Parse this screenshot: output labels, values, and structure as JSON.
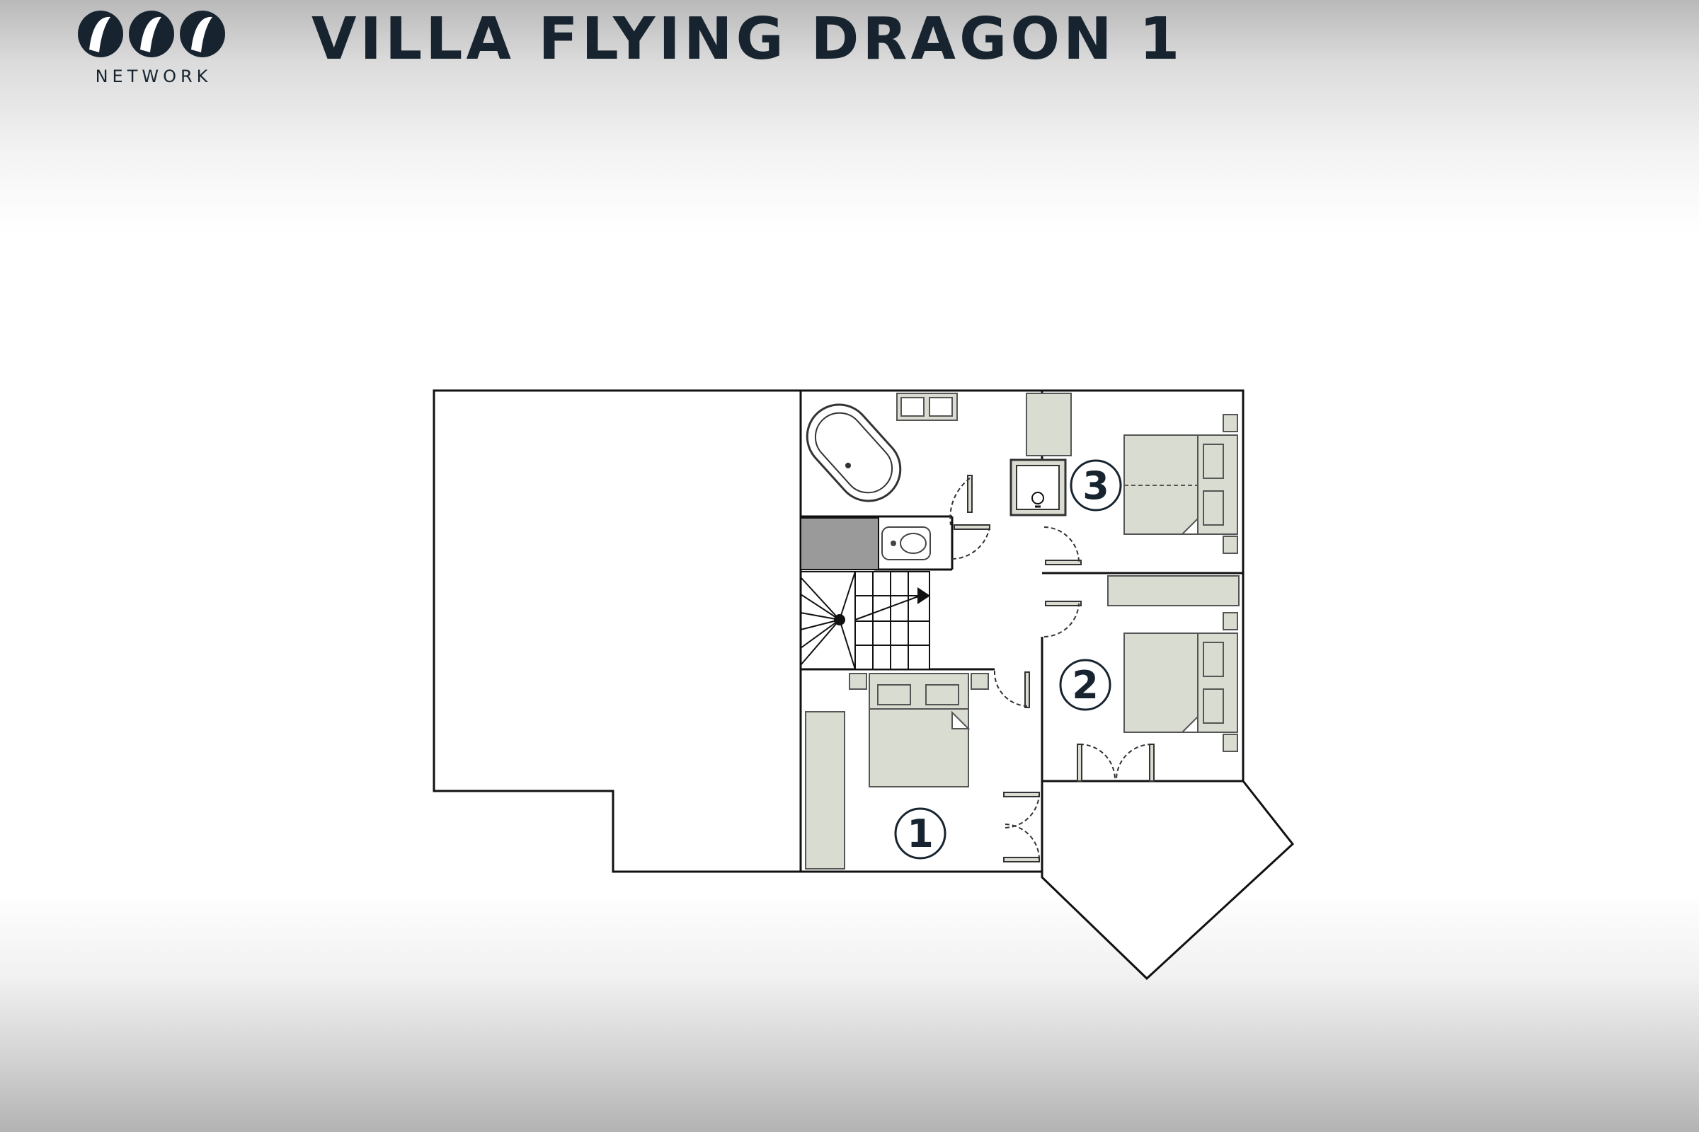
{
  "brand": {
    "name": "NETWORK"
  },
  "title": "VILLA FLYING DRAGON 1",
  "rooms": [
    {
      "label": "1"
    },
    {
      "label": "2"
    },
    {
      "label": "3"
    }
  ],
  "colors": {
    "ink": "#17242f",
    "furniture": "#d9ddd1",
    "furniture_stroke": "#6b6e66",
    "shaft": "#9a9a9a"
  }
}
